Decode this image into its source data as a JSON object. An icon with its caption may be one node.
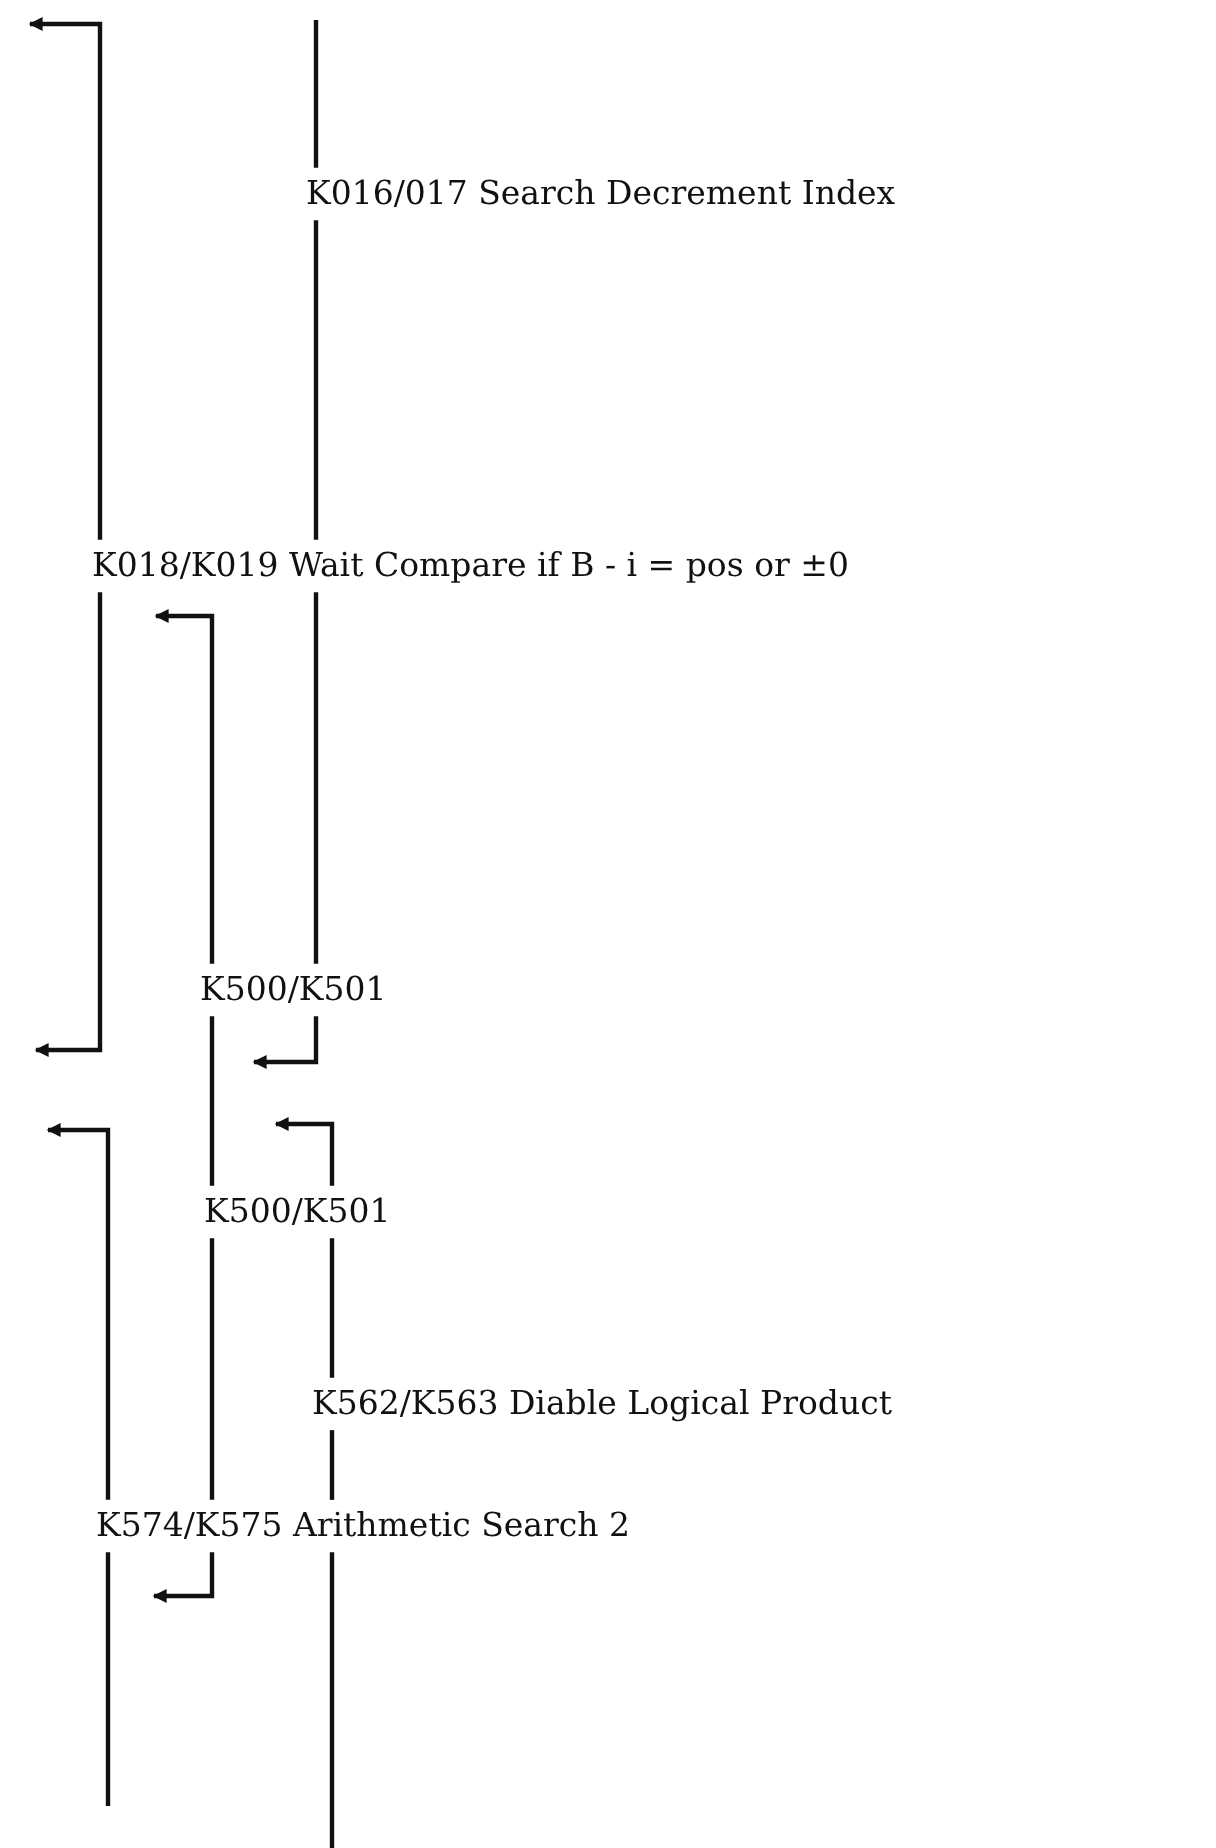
{
  "diagram": {
    "nodes": [
      {
        "text": [
          "K016/017 Search Decrement Index"
        ]
      },
      {
        "text": [
          "K018/K019 Wait Compare if B  - i = pos or ±0"
        ]
      },
      {
        "text": [
          "K500/K501"
        ]
      },
      {
        "text": [
          "K500/K501"
        ]
      },
      {
        "text": [
          "K562/K563 Diable Logical Product"
        ]
      },
      {
        "text": [
          "K574/K575 Arithmetic Search 2"
        ]
      }
    ],
    "edges": [
      {
        "from": 1,
        "to": null,
        "arrow": "to"
      },
      {
        "from": 1,
        "to": null,
        "arrow": "to"
      },
      {
        "from": null,
        "to": 0,
        "arrow": "none"
      },
      {
        "from": 0,
        "to": 1,
        "arrow": "none"
      },
      {
        "from": 1,
        "to": 2,
        "arrow": "none"
      },
      {
        "from": 2,
        "to": null,
        "arrow": "to"
      },
      {
        "from": 2,
        "to": 1,
        "arrow": "to"
      },
      {
        "from": 2,
        "to": 3,
        "arrow": "none"
      },
      {
        "from": 3,
        "to": 5,
        "arrow": "none"
      },
      {
        "from": 5,
        "to": null,
        "arrow": "to"
      },
      {
        "from": 5,
        "to": null,
        "arrow": "to"
      },
      {
        "from": 5,
        "to": null,
        "arrow": "none"
      },
      {
        "from": 3,
        "to": null,
        "arrow": "to"
      },
      {
        "from": 3,
        "to": 4,
        "arrow": "none"
      },
      {
        "from": 4,
        "to": 5,
        "arrow": "none"
      },
      {
        "from": 5,
        "to": null,
        "arrow": "none"
      }
    ]
  }
}
